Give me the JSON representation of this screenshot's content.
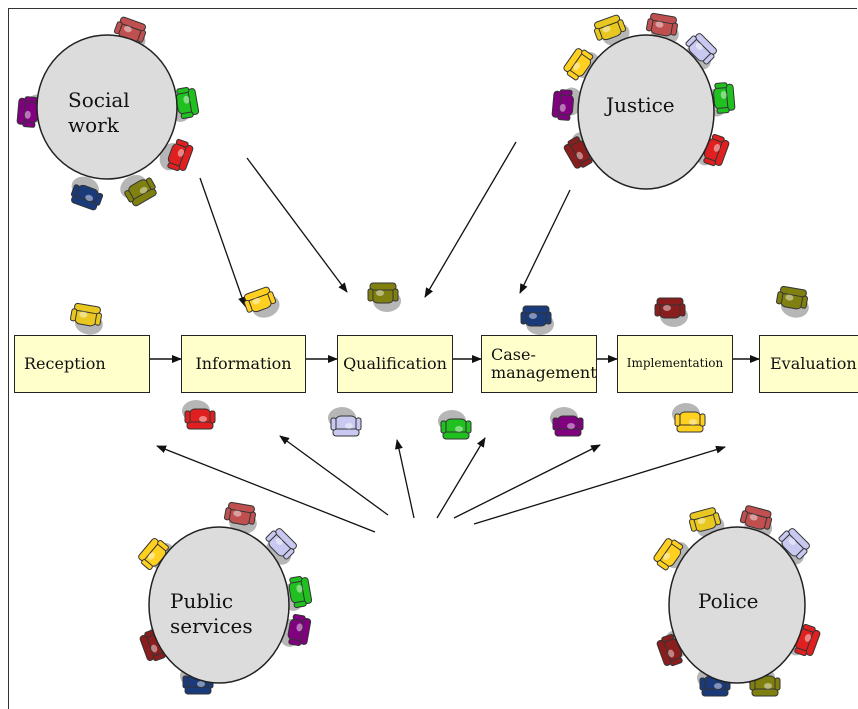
{
  "tables": {
    "social_work": {
      "label_line1": "Social",
      "label_line2": "work"
    },
    "justice": {
      "label": "Justice"
    },
    "public_services": {
      "label_line1": "Public",
      "label_line2": "services"
    },
    "police": {
      "label": "Police"
    }
  },
  "process_steps": [
    {
      "label": "Reception"
    },
    {
      "label": "Information"
    },
    {
      "label": "Qualification"
    },
    {
      "label": "Case-management"
    },
    {
      "label": "Implementation"
    },
    {
      "label": "Evaluation"
    }
  ],
  "colors": {
    "table_fill": "#dcdcdc",
    "box_fill": "#ffffcc",
    "chair_colors": [
      "#c05050",
      "#8a1e1e",
      "#e02020",
      "#20c020",
      "#800080",
      "#1a3a7a",
      "#808010",
      "#e8c820",
      "#ffd020",
      "#c8c8f0",
      "#d45050"
    ]
  }
}
